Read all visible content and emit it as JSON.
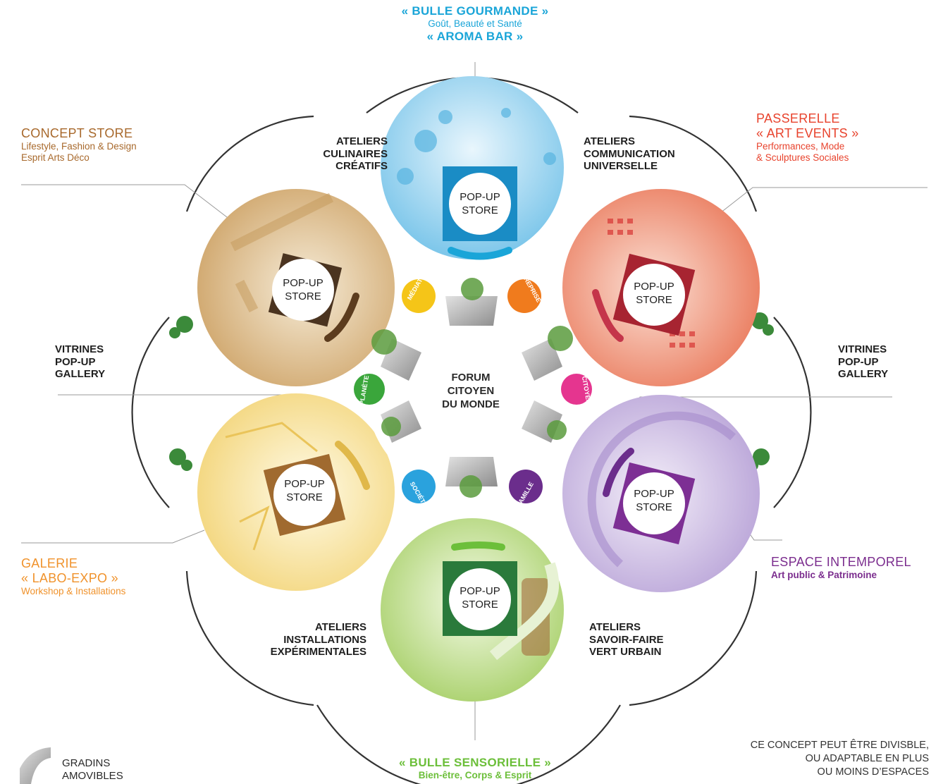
{
  "top": {
    "title": "« BULLE GOURMANDE »",
    "sub": "Goût, Beauté et Santé",
    "title2": "« AROMA BAR »",
    "color": "#1aa5d8"
  },
  "concept_store": {
    "title": "CONCEPT STORE",
    "line1": "Lifestyle, Fashion & Design",
    "line2": "Esprit Arts Déco",
    "color": "#a8692c"
  },
  "passerelle": {
    "title": "PASSERELLE",
    "title2": "« ART EVENTS »",
    "line1": "Performances, Mode",
    "line2": "& Sculptures Sociales",
    "color": "#e8432d"
  },
  "galerie": {
    "title": "GALERIE",
    "title2": "« LABO-EXPO »",
    "line1": "Workshop & Installations",
    "color": "#f0922b"
  },
  "espace": {
    "title": "ESPACE INTEMPOREL",
    "line1": "Art public & Patrimoine",
    "color": "#7b2d8e"
  },
  "bottom": {
    "title": "« BULLE SENSORIELLE »",
    "sub": "Bien-être, Corps & Esprit",
    "color": "#6cbf3a"
  },
  "ateliers_culinaires": [
    "ATELIERS",
    "CULINAIRES",
    "CRÉATIFS"
  ],
  "ateliers_communication": [
    "ATELIERS",
    "COMMUNICATION",
    "UNIVERSELLE"
  ],
  "vitrines_left": [
    "VITRINES",
    "POP-UP",
    "GALLERY"
  ],
  "vitrines_right": [
    "VITRINES",
    "POP-UP",
    "GALLERY"
  ],
  "ateliers_installations": [
    "ATELIERS",
    "INSTALLATIONS",
    "EXPÉRIMENTALES"
  ],
  "ateliers_savoir": [
    "ATELIERS",
    "SAVOIR-FAIRE",
    "VERT URBAIN"
  ],
  "popup_store": [
    "POP-UP",
    "STORE"
  ],
  "forum": [
    "FORUM",
    "CITOYEN",
    "DU MONDE"
  ],
  "themes": {
    "mediation": "MÉDIATION",
    "entreprise": "ENTREPRISE",
    "planete": "PLANÈTE",
    "citoyen": "CITOYEN",
    "societe": "SOCIÉTÉ",
    "famille": "FAMILLE"
  },
  "legend": [
    "GRADINS",
    "AMOVIBLES"
  ],
  "note": [
    "CE CONCEPT PEUT ÊTRE DIVISBLE,",
    "OU ADAPTABLE EN PLUS",
    "OU MOINS D’ESPACES"
  ]
}
